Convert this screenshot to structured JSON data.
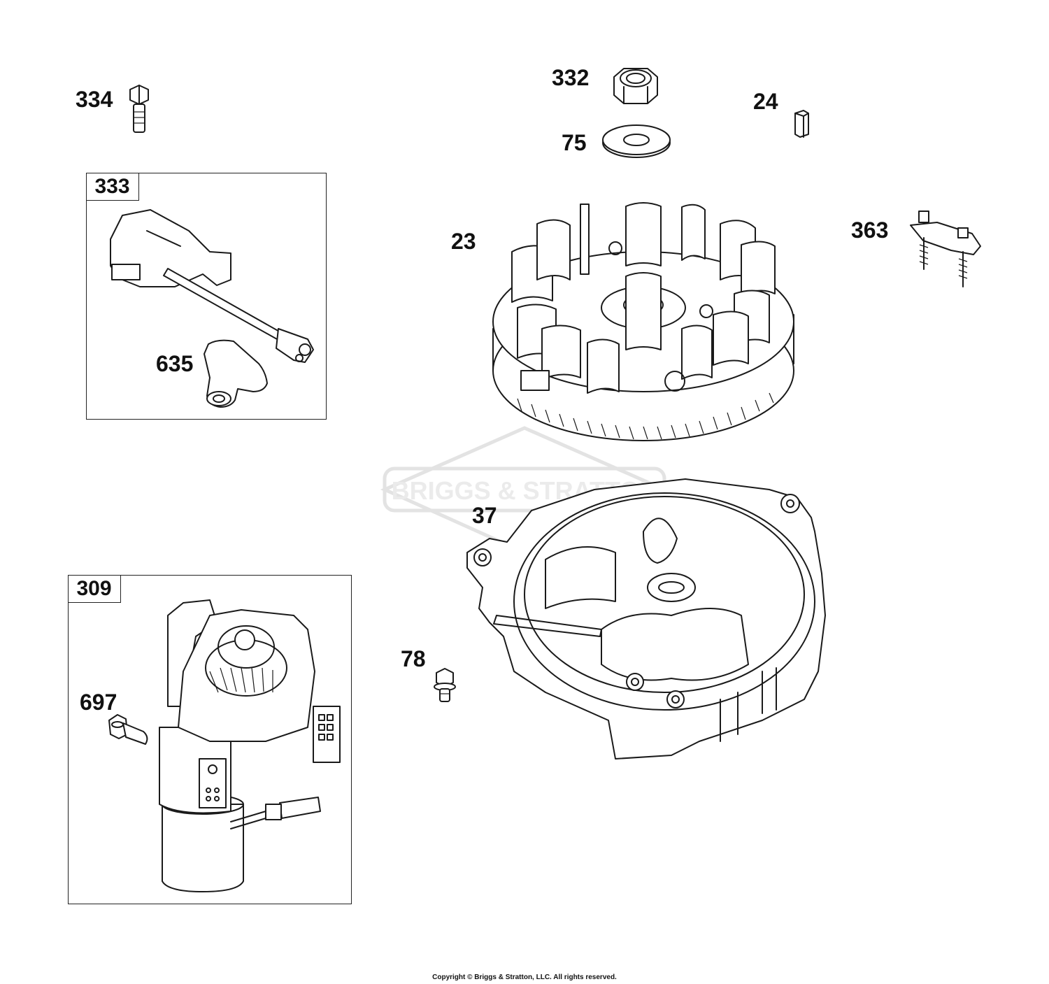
{
  "copyright": "Copyright © Briggs & Stratton, LLC. All rights reserved.",
  "watermark": "BRIGGS & STRATTON",
  "boxes": [
    {
      "label": "333"
    },
    {
      "label": "309"
    }
  ],
  "callouts": [
    {
      "label": "334",
      "part": "bolt"
    },
    {
      "label": "332",
      "part": "nut"
    },
    {
      "label": "24",
      "part": "key"
    },
    {
      "label": "75",
      "part": "washer"
    },
    {
      "label": "23",
      "part": "flywheel"
    },
    {
      "label": "363",
      "part": "bracket"
    },
    {
      "label": "635",
      "part": "spark-plug-boot"
    },
    {
      "label": "37",
      "part": "blower-housing"
    },
    {
      "label": "309",
      "part": "starter-motor"
    },
    {
      "label": "697",
      "part": "screw"
    },
    {
      "label": "78",
      "part": "screw"
    }
  ],
  "colors": {
    "line": "#1a1a1a",
    "background": "#ffffff",
    "watermark": "#c8c8c8"
  }
}
